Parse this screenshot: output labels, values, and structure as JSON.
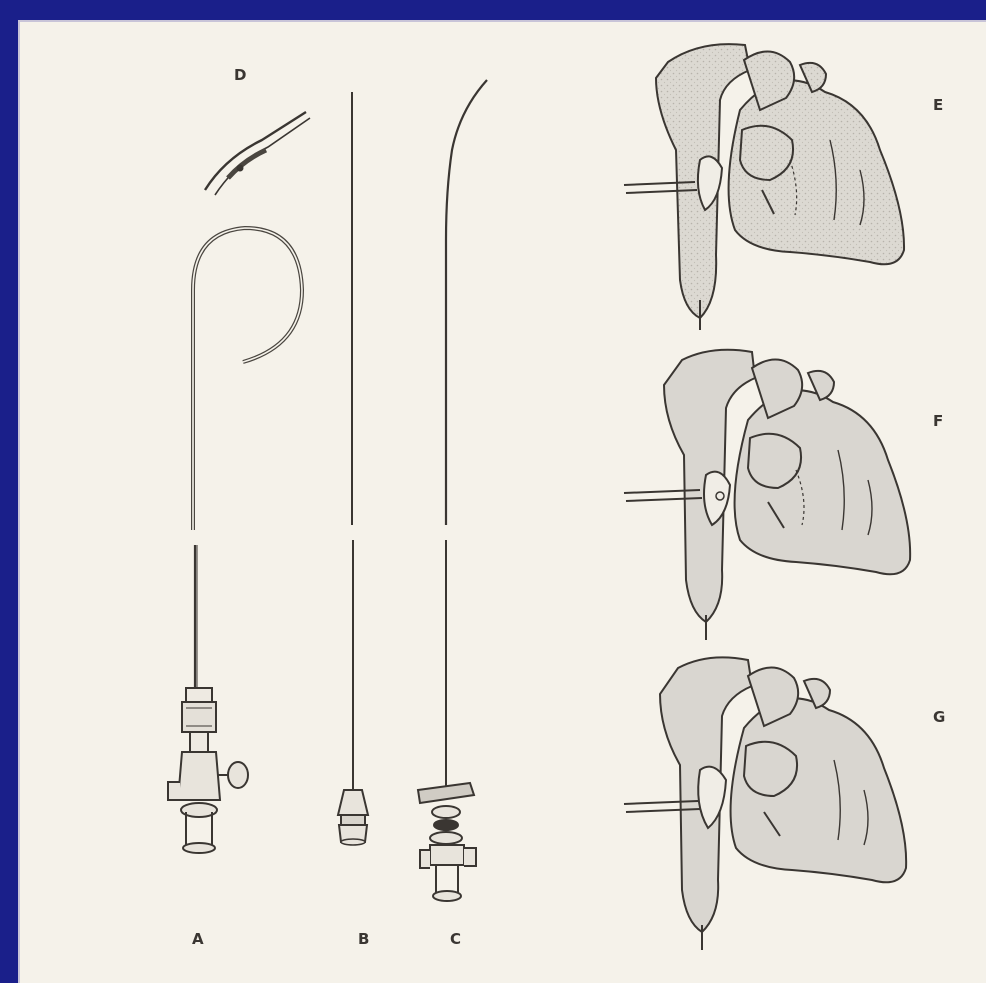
{
  "labels": {
    "a": "A",
    "b": "B",
    "c": "C",
    "d": "D",
    "e": "E",
    "f": "F",
    "g": "G"
  },
  "colors": {
    "frame": "#1a1f8a",
    "paper": "#f5f2ea",
    "ink": "#3a3632",
    "heart_fill": "#d9d6d0"
  }
}
